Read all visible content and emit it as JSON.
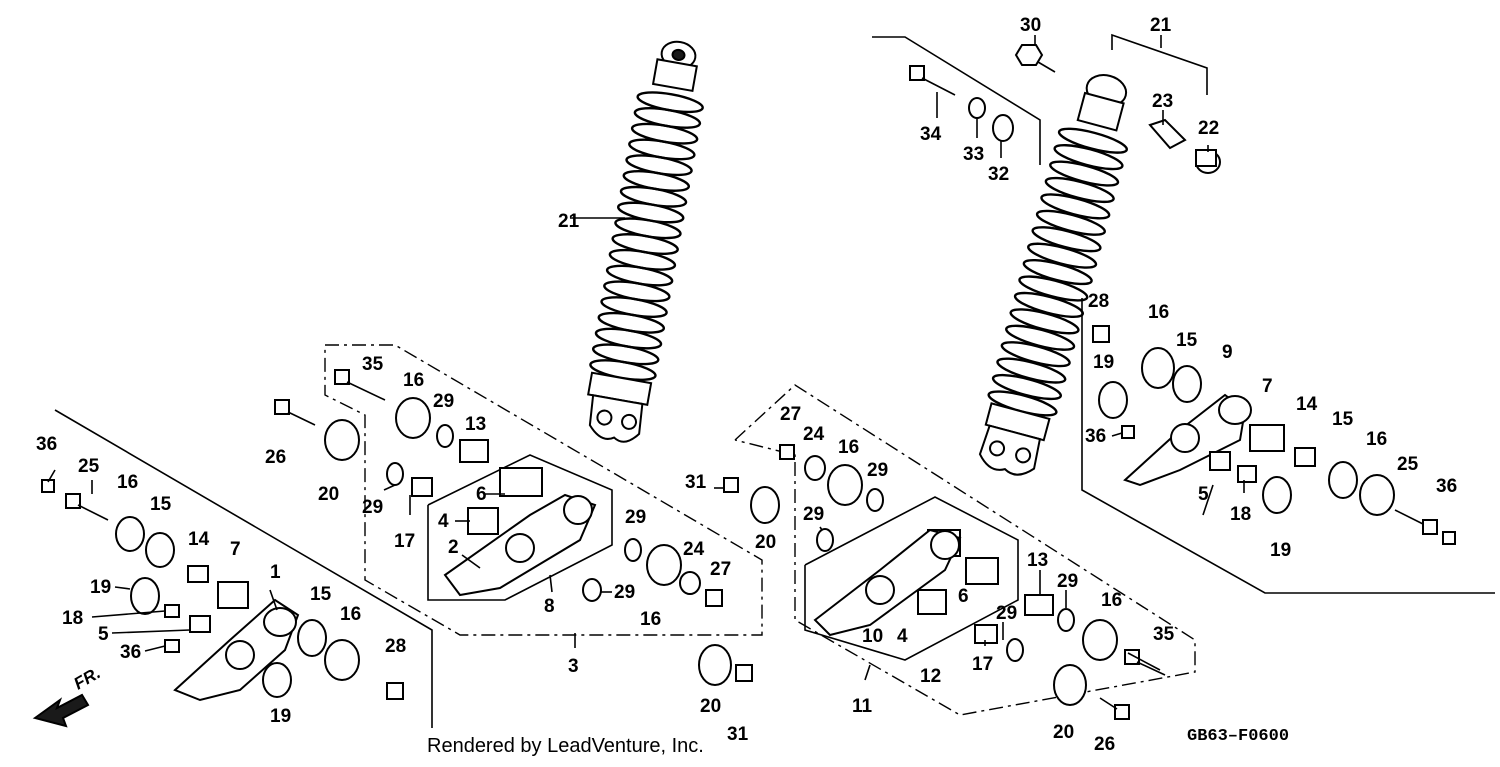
{
  "diagram": {
    "credit": "Rendered by LeadVenture, Inc.",
    "code": "GB63–F0600",
    "direction_label": "FR.",
    "callouts": {
      "c1": "1",
      "c2": "2",
      "c3": "3",
      "c4a": "4",
      "c4b": "4",
      "c5a": "5",
      "c5b": "5",
      "c6a": "6",
      "c6b": "6",
      "c7a": "7",
      "c7b": "7",
      "c8": "8",
      "c9": "9",
      "c10": "10",
      "c11": "11",
      "c12": "12",
      "c13a": "13",
      "c13b": "13",
      "c14a": "14",
      "c14b": "14",
      "c15a": "15",
      "c15b": "15",
      "c15c": "15",
      "c15d": "15",
      "c16a": "16",
      "c16b": "16",
      "c16c": "16",
      "c16d": "16",
      "c16e": "16",
      "c16f": "16",
      "c16g": "16",
      "c16h": "16",
      "c17a": "17",
      "c17b": "17",
      "c18a": "18",
      "c18b": "18",
      "c19a": "19",
      "c19b": "19",
      "c19c": "19",
      "c19d": "19",
      "c20a": "20",
      "c20b": "20",
      "c20c": "20",
      "c20d": "20",
      "c21a": "21",
      "c21b": "21",
      "c22": "22",
      "c23": "23",
      "c24a": "24",
      "c24b": "24",
      "c25a": "25",
      "c25b": "25",
      "c26a": "26",
      "c26b": "26",
      "c27a": "27",
      "c27b": "27",
      "c28a": "28",
      "c28b": "28",
      "c29a": "29",
      "c29b": "29",
      "c29c": "29",
      "c29d": "29",
      "c29e": "29",
      "c29f": "29",
      "c29g": "29",
      "c29h": "29",
      "c30": "30",
      "c31a": "31",
      "c31b": "31",
      "c32": "32",
      "c33": "33",
      "c34": "34",
      "c35a": "35",
      "c35b": "35",
      "c36a": "36",
      "c36b": "36",
      "c36c": "36"
    }
  }
}
